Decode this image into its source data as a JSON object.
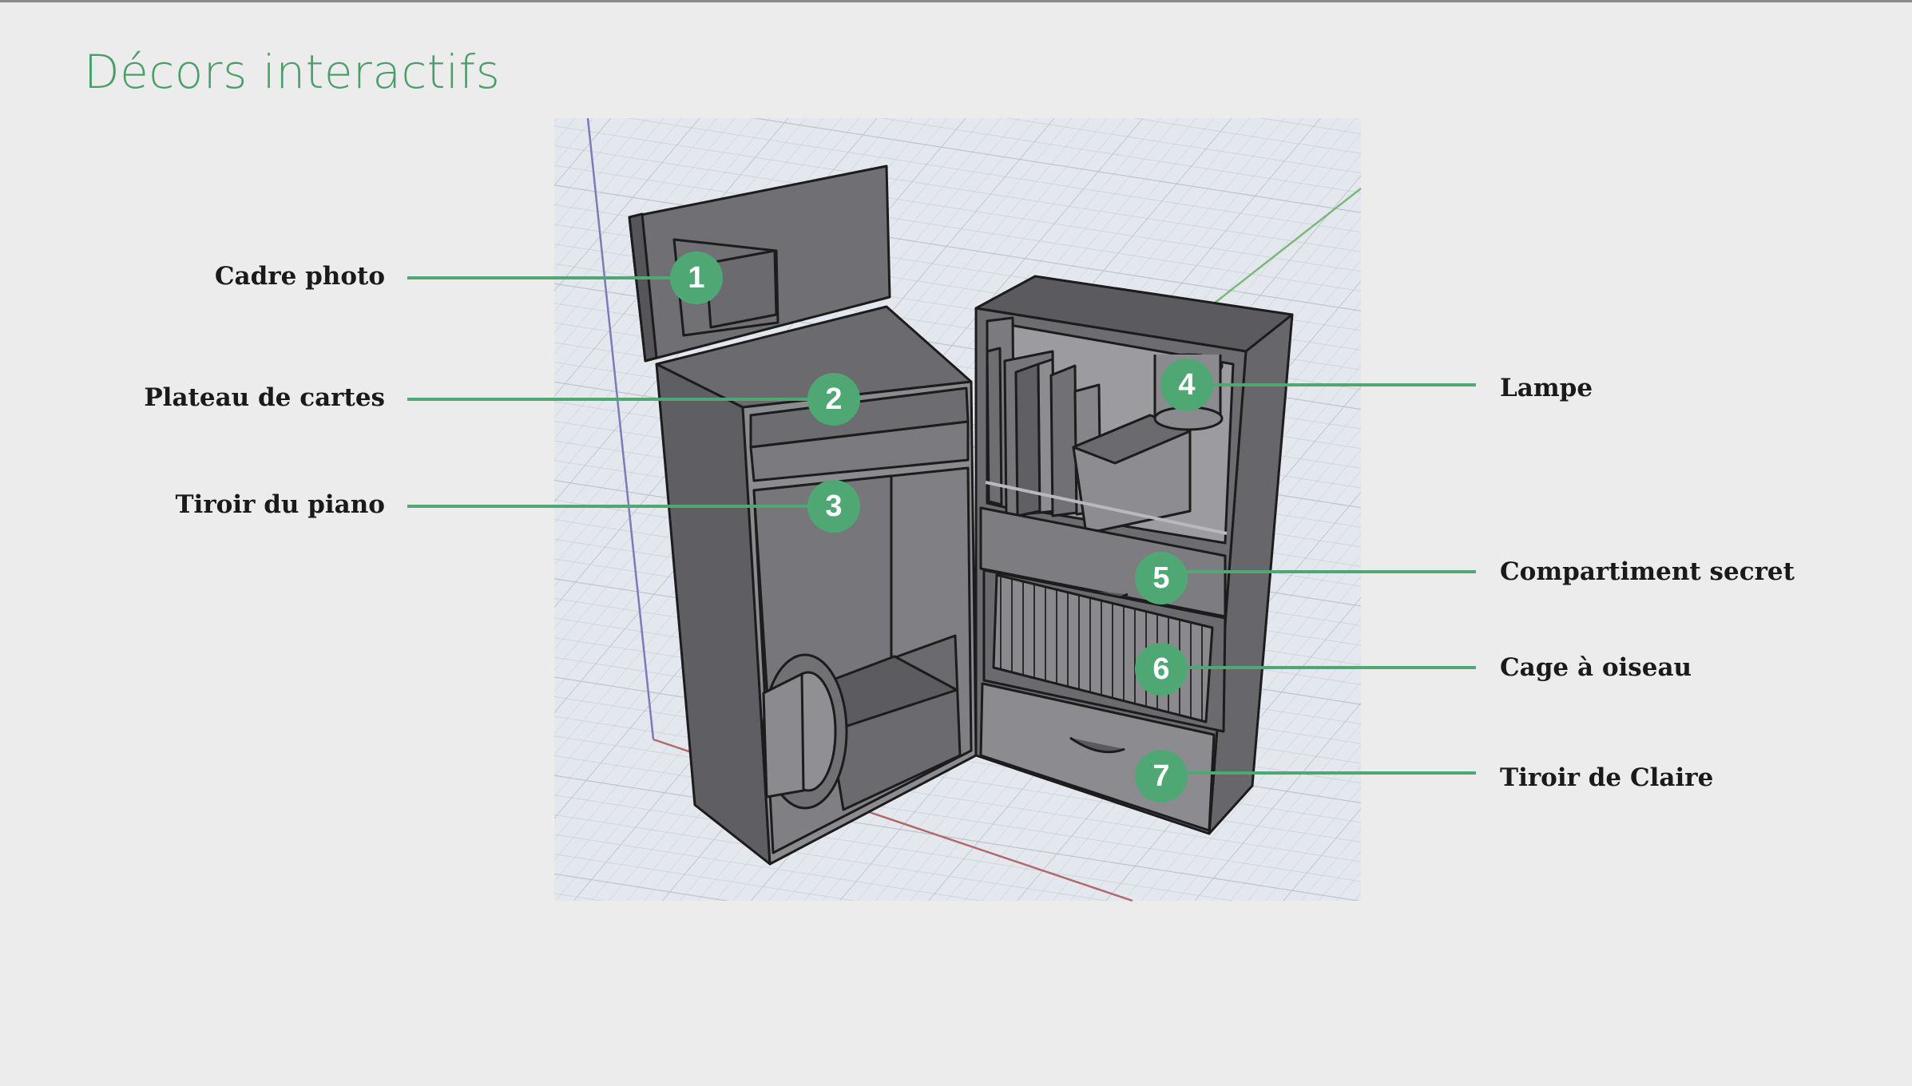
{
  "title": "Décors interactifs",
  "colors": {
    "accent": "#4fa874",
    "title": "#4a9e6a",
    "background": "#ececec"
  },
  "callouts": [
    {
      "number": "1",
      "label": "Cadre photo"
    },
    {
      "number": "2",
      "label": "Plateau de cartes"
    },
    {
      "number": "3",
      "label": "Tiroir du piano"
    },
    {
      "number": "4",
      "label": "Lampe"
    },
    {
      "number": "5",
      "label": "Compartiment secret"
    },
    {
      "number": "6",
      "label": "Cage à oiseau"
    },
    {
      "number": "7",
      "label": "Tiroir de Claire"
    }
  ]
}
